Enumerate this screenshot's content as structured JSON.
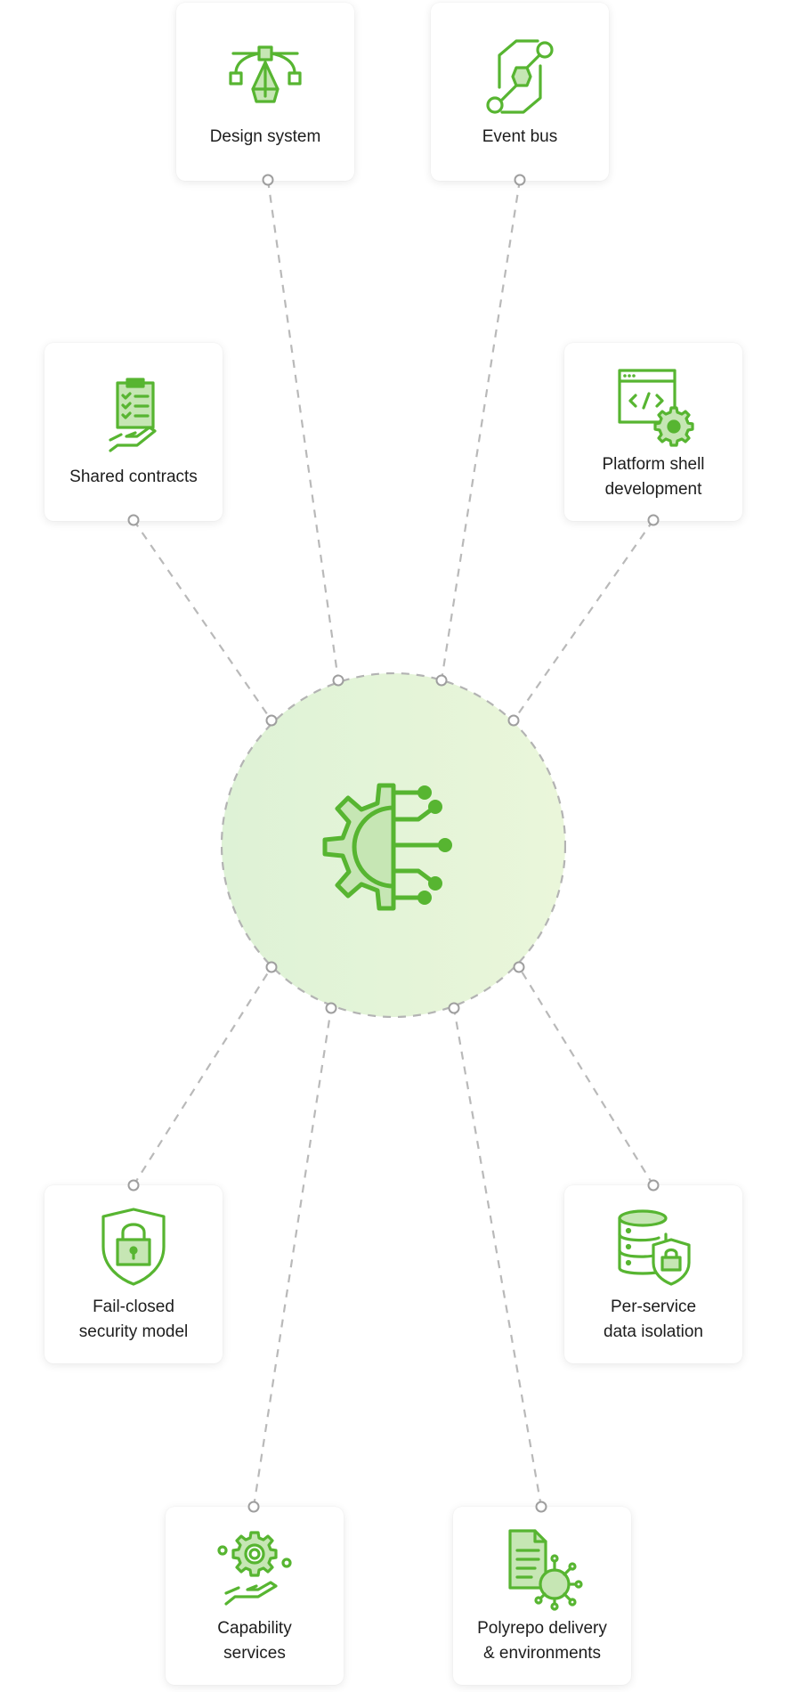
{
  "colors": {
    "accent": "#57b531",
    "accent_fill": "#c6e6b4",
    "connector": "#b9b9b9",
    "hub_fill_left": "#def2d6",
    "hub_fill_right": "#eaf6da"
  },
  "hub": {
    "icon": "gear-circuit-icon"
  },
  "cards": [
    {
      "id": "design-system",
      "label": "Design system",
      "icon": "pen-tool-icon"
    },
    {
      "id": "event-bus",
      "label": "Event bus",
      "icon": "hexagon-connector-icon"
    },
    {
      "id": "shared-contracts",
      "label": "Shared contracts",
      "icon": "clipboard-hand-icon"
    },
    {
      "id": "platform-shell-development",
      "label": "Platform shell\ndevelopment",
      "icon": "code-window-gear-icon"
    },
    {
      "id": "fail-closed-security-model",
      "label": "Fail-closed\nsecurity model",
      "icon": "shield-lock-icon"
    },
    {
      "id": "per-service-data-isolation",
      "label": "Per-service\ndata isolation",
      "icon": "database-lock-icon"
    },
    {
      "id": "capability-services",
      "label": "Capability\nservices",
      "icon": "gear-hand-icon"
    },
    {
      "id": "polyrepo-delivery",
      "label": "Polyrepo delivery\n& environments",
      "icon": "document-network-icon"
    }
  ]
}
